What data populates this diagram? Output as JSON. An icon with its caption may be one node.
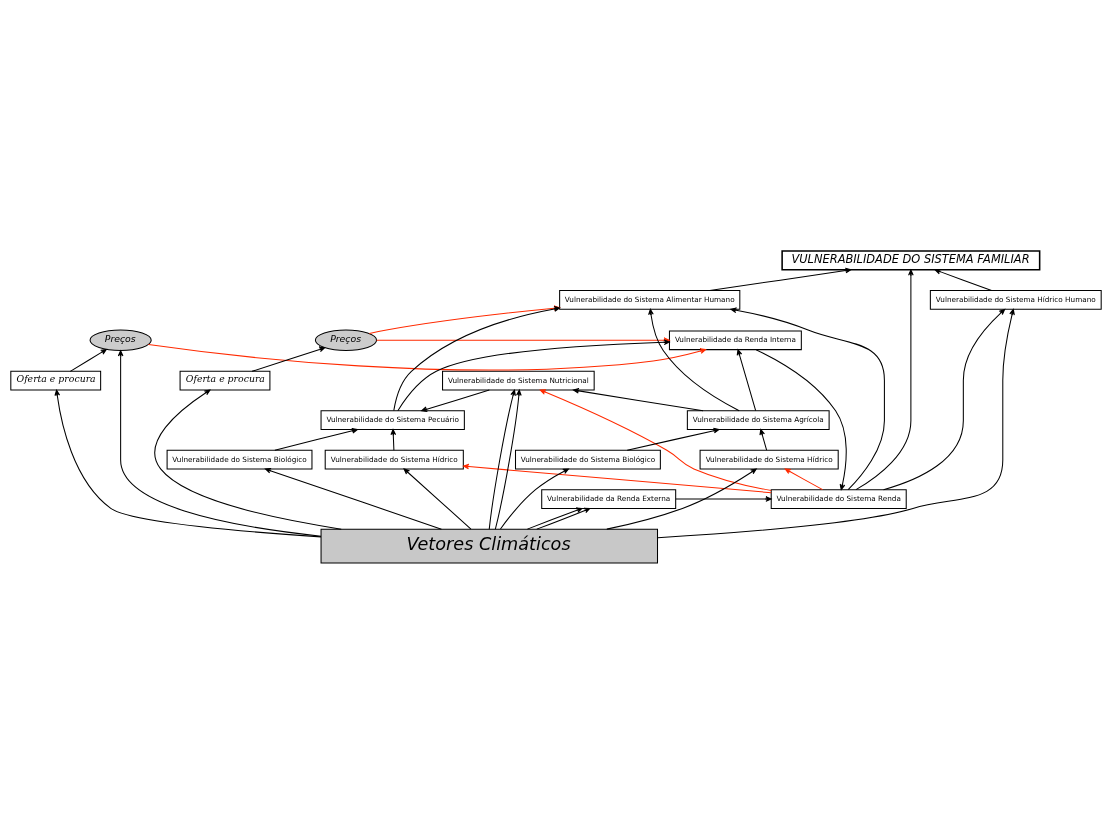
{
  "diagram": {
    "nodes": [
      {
        "text": [
          "VULNERABILIDADE DO SISTEMA FAMILIAR"
        ]
      },
      {
        "text": [
          "Vulnerabilidade do Sistema Hídrico Humano"
        ]
      },
      {
        "text": [
          "Vulnerabilidade do Sistema Alimentar Humano"
        ]
      },
      {
        "text": [
          "Vulnerabilidade do Sistema Renda"
        ]
      },
      {
        "text": [
          "Vulnerabilidade da Renda Externa"
        ]
      },
      {
        "text": [
          "Preços"
        ]
      },
      {
        "text": [
          "Vulnerabilidade da Renda Interna"
        ]
      },
      {
        "text": [
          "Preços"
        ]
      },
      {
        "text": [
          "Vulnerabilidade do Sistema Pecuário"
        ]
      },
      {
        "text": [
          "Vulnerabilidade do Sistema Agrícola"
        ]
      },
      {
        "text": [
          "Oferta e procura"
        ]
      },
      {
        "text": [
          "Vulnerabilidade do Sistema Nutricional"
        ]
      },
      {
        "text": [
          "Oferta e procura"
        ]
      },
      {
        "text": [
          "Vulnerabilidade do Sistema Biológico"
        ]
      },
      {
        "text": [
          "Vulnerabilidade do Sistema Hídrico"
        ]
      },
      {
        "text": [
          "Vulnerabilidade do Sistema Biológico"
        ]
      },
      {
        "text": [
          "Vulnerabilidade do Sistema Hídrico"
        ]
      },
      {
        "text": [
          "Vetores Climáticos"
        ]
      }
    ],
    "edges": [
      {
        "from": 2,
        "to": 0,
        "arrow": "to"
      },
      {
        "from": 3,
        "to": 0,
        "arrow": "to"
      },
      {
        "from": 1,
        "to": 0,
        "arrow": "to"
      },
      {
        "from": 3,
        "to": 1,
        "arrow": "to"
      },
      {
        "from": 3,
        "to": 2,
        "arrow": "to"
      },
      {
        "from": 9,
        "to": 2,
        "arrow": "to"
      },
      {
        "from": 8,
        "to": 2,
        "arrow": "to"
      },
      {
        "from": 4,
        "to": 3,
        "arrow": "to"
      },
      {
        "from": 6,
        "to": 3,
        "arrow": "to"
      },
      {
        "from": 8,
        "to": 6,
        "arrow": "to"
      },
      {
        "from": 9,
        "to": 6,
        "arrow": "to"
      },
      {
        "from": 5,
        "to": 2,
        "arrow": "to",
        "color": "#ff2a00"
      },
      {
        "from": 5,
        "to": 6,
        "arrow": "to",
        "color": "#ff2a00"
      },
      {
        "from": 7,
        "to": 6,
        "arrow": "to",
        "color": "#ff2a00"
      },
      {
        "from": 3,
        "to": 14,
        "arrow": "to",
        "color": "#ff2a00"
      },
      {
        "from": 3,
        "to": 11,
        "arrow": "to",
        "color": "#ff2a00"
      },
      {
        "from": 3,
        "to": 16,
        "arrow": "to",
        "color": "#ff2a00"
      },
      {
        "from": 9,
        "to": 11,
        "arrow": "to"
      },
      {
        "from": 11,
        "to": 8,
        "arrow": "to"
      },
      {
        "from": 15,
        "to": 8,
        "arrow": "to"
      },
      {
        "from": 16,
        "to": 8,
        "arrow": "to"
      },
      {
        "from": 13,
        "to": 9,
        "arrow": "to"
      },
      {
        "from": 14,
        "to": 9,
        "arrow": "to"
      },
      {
        "from": 10,
        "to": 5,
        "arrow": "to"
      },
      {
        "from": 12,
        "to": 7,
        "arrow": "to"
      },
      {
        "from": 17,
        "to": 10,
        "arrow": "to"
      },
      {
        "from": 17,
        "to": 13,
        "arrow": "to"
      },
      {
        "from": 17,
        "to": 14,
        "arrow": "to"
      },
      {
        "from": 17,
        "to": 11,
        "arrow": "to"
      },
      {
        "from": 17,
        "to": 15,
        "arrow": "to"
      },
      {
        "from": 17,
        "to": 16,
        "arrow": "to"
      },
      {
        "from": 17,
        "to": 4,
        "arrow": "to"
      },
      {
        "from": 17,
        "to": 12,
        "arrow": "to"
      },
      {
        "from": 17,
        "to": 1,
        "arrow": "to"
      },
      {
        "from": 17,
        "to": 4,
        "arrow": "to"
      },
      {
        "from": 17,
        "to": 7,
        "arrow": "to"
      },
      {
        "from": 17,
        "to": 11,
        "arrow": "to"
      }
    ]
  }
}
